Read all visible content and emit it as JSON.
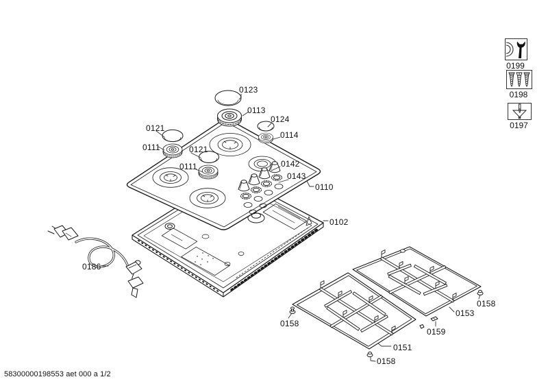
{
  "footer": {
    "doc_id": "58300000198553 aet 000 a 1/2"
  },
  "legend": {
    "items": [
      {
        "label": "0199",
        "icon": "wrench-burner-icon"
      },
      {
        "label": "0198",
        "icon": "screws-icon"
      },
      {
        "label": "0197",
        "icon": "injector-nozzle-icon"
      }
    ]
  },
  "diagram": {
    "description": "Exploded view of gas hob",
    "callouts": [
      {
        "label": "0123"
      },
      {
        "label": "0113"
      },
      {
        "label": "0124"
      },
      {
        "label": "0114"
      },
      {
        "label": "0121"
      },
      {
        "label": "0111"
      },
      {
        "label": "0121"
      },
      {
        "label": "0111"
      },
      {
        "label": "0142"
      },
      {
        "label": "0143"
      },
      {
        "label": "0110"
      },
      {
        "label": "0102"
      },
      {
        "label": "0186"
      },
      {
        "label": "0158"
      },
      {
        "label": "0153"
      },
      {
        "label": "0158"
      },
      {
        "label": "0159"
      },
      {
        "label": "0151"
      },
      {
        "label": "0158"
      }
    ]
  },
  "colors": {
    "line": "#1a1a1a",
    "background": "#ffffff"
  }
}
